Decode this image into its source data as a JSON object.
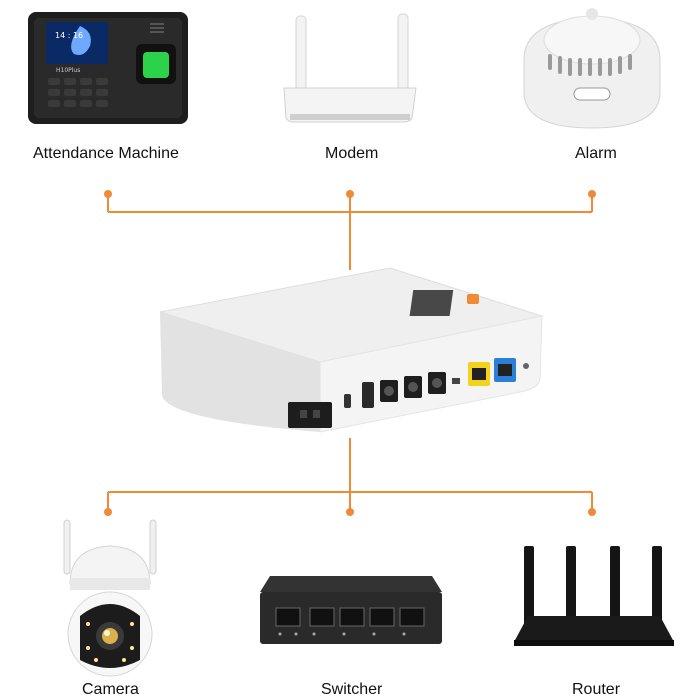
{
  "devices": {
    "attendance_machine": {
      "label": "Attendance Machine",
      "screen_time": "14 : 16",
      "model": "H10Plus"
    },
    "modem": {
      "label": "Modem"
    },
    "alarm": {
      "label": "Alarm"
    },
    "camera": {
      "label": "Camera"
    },
    "switcher": {
      "label": "Switcher"
    },
    "router": {
      "label": "Router"
    }
  },
  "colors": {
    "connector": "#f08a36",
    "device_white": "#f2f2f2",
    "device_black": "#222222"
  }
}
